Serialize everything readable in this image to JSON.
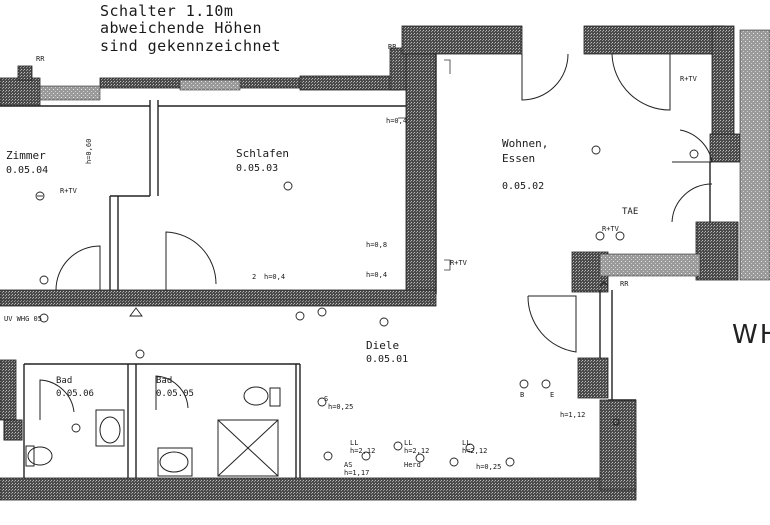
{
  "header": {
    "line1": "Schalter 1.10m",
    "line2": "abweichende Höhen",
    "line3": "sind gekennzeichnet"
  },
  "rooms": {
    "zimmer": {
      "name": "Zimmer",
      "number": "0.05.04"
    },
    "schlafen": {
      "name": "Schlafen",
      "number": "0.05.03"
    },
    "wohnen": {
      "name1": "Wohnen,",
      "name2": "Essen",
      "number": "0.05.02"
    },
    "diele": {
      "name": "Diele",
      "number": "0.05.01"
    },
    "bad1": {
      "name": "Bad",
      "number": "0.05.06"
    },
    "bad2": {
      "name": "Bad",
      "number": "0.05.05"
    }
  },
  "annotations": {
    "rr_top_left": "RR",
    "rr_top_mid": "RR",
    "rr_bottom": "RR",
    "rtv_top": "R+TV",
    "rtv_mid": "R+TV",
    "rtv_bottom": "R+TV",
    "rtv_zimmer": "R+TV",
    "h060": "h=0,60",
    "h04": "h=0,4",
    "h08": "h=0,8",
    "h04b": "h=0,4",
    "h04c": "h=0,4",
    "h2": "2",
    "tae": "TAE",
    "uv": "UV WHG 05",
    "h112": "h=1,12",
    "ll1": "LL",
    "ll2": "LL",
    "ll3": "LL",
    "h212a": "h=2,12",
    "h212b": "h=2,12",
    "h212c": "h=2,12",
    "herd": "Herd",
    "h025": "h=0,25",
    "as": "AS",
    "h117": "h=1,17",
    "s025": "h=0,25",
    "b_label": "B",
    "e_label": "E",
    "s_label": "S",
    "wh": "WH"
  }
}
